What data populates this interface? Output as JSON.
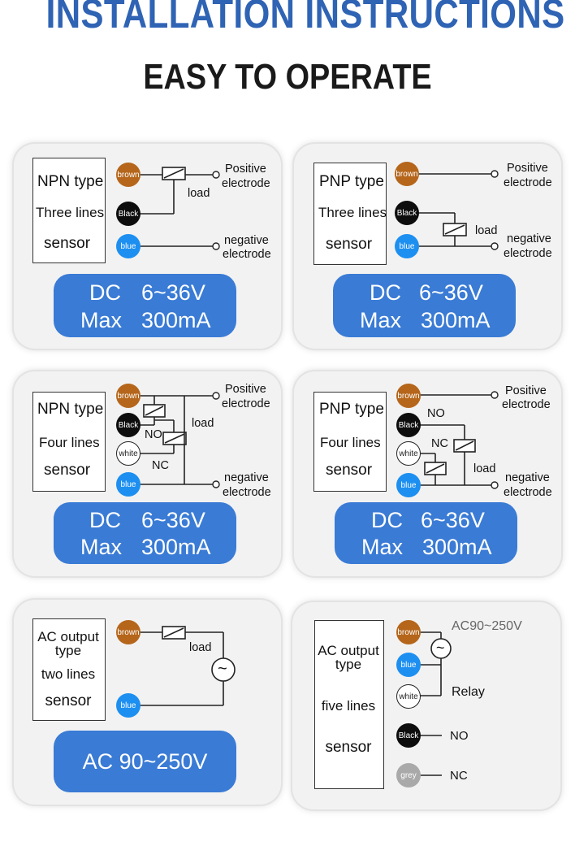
{
  "header": {
    "title": "INSTALLATION INSTRUCTIONS",
    "subtitle": "EASY TO OPERATE"
  },
  "colors": {
    "title_blue": "#2f63b4",
    "spec_blue": "#3a7bd5",
    "brown": "#b5661b",
    "black": "#0d0d0d",
    "blue": "#1d8ff0",
    "grey": "#a9a9a9"
  },
  "cards": {
    "npn3": {
      "type_label": "NPN type",
      "lines_label": "Three lines",
      "sensor_label": "sensor",
      "wires": [
        "brown",
        "Black",
        "blue"
      ],
      "load": "load",
      "positive": "Positive",
      "negative": "negative",
      "electrode": "electrode",
      "spec_dc": "DC",
      "spec_voltage": "6~36V",
      "spec_max": "Max",
      "spec_current": "300mA"
    },
    "pnp3": {
      "type_label": "PNP type",
      "lines_label": "Three lines",
      "sensor_label": "sensor",
      "wires": [
        "brown",
        "Black",
        "blue"
      ],
      "load": "load",
      "positive": "Positive",
      "negative": "negative",
      "electrode": "electrode",
      "spec_dc": "DC",
      "spec_voltage": "6~36V",
      "spec_max": "Max",
      "spec_current": "300mA"
    },
    "npn4": {
      "type_label": "NPN type",
      "lines_label": "Four lines",
      "sensor_label": "sensor",
      "wires": [
        "brown",
        "Black",
        "white",
        "blue"
      ],
      "no": "NO",
      "nc": "NC",
      "load": "load",
      "positive": "Positive",
      "negative": "negative",
      "electrode": "electrode",
      "spec_dc": "DC",
      "spec_voltage": "6~36V",
      "spec_max": "Max",
      "spec_current": "300mA"
    },
    "pnp4": {
      "type_label": "PNP type",
      "lines_label": "Four lines",
      "sensor_label": "sensor",
      "wires": [
        "brown",
        "Black",
        "white",
        "blue"
      ],
      "no": "NO",
      "nc": "NC",
      "load": "load",
      "positive": "Positive",
      "negative": "negative",
      "electrode": "electrode",
      "spec_dc": "DC",
      "spec_voltage": "6~36V",
      "spec_max": "Max",
      "spec_current": "300mA"
    },
    "ac2": {
      "type_line1": "AC output",
      "type_line2": "type",
      "lines_label": "two lines",
      "sensor_label": "sensor",
      "wires": [
        "brown",
        "blue"
      ],
      "load": "load",
      "ac_symbol": "~",
      "spec": "AC 90~250V"
    },
    "ac5": {
      "type_line1": "AC output",
      "type_line2": "type",
      "lines_label": "five lines",
      "sensor_label": "sensor",
      "wires": [
        "brown",
        "blue",
        "white",
        "Black",
        "grey"
      ],
      "voltage": "AC90~250V",
      "ac_symbol": "~",
      "relay": "Relay",
      "no": "NO",
      "nc": "NC"
    }
  }
}
